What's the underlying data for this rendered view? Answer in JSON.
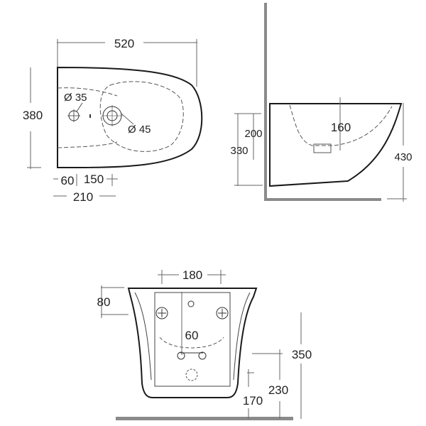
{
  "top_view": {
    "width": "520",
    "depth": "380",
    "hole_small": "Ø 35",
    "hole_large": "Ø 45",
    "offset_a": "60",
    "offset_b": "150",
    "offset_total": "210"
  },
  "side_view": {
    "bowl_depth": "160",
    "fixing_height": "200",
    "waste_height": "330",
    "total_height": "430"
  },
  "front_view": {
    "fixing_spacing": "180",
    "top_offset": "80",
    "waste_width": "60",
    "height_top": "350",
    "height_mid": "230",
    "height_low": "170"
  },
  "colors": {
    "line": "#1a1a1a",
    "dim_line": "#666666",
    "wall": "#8a8a8a"
  }
}
